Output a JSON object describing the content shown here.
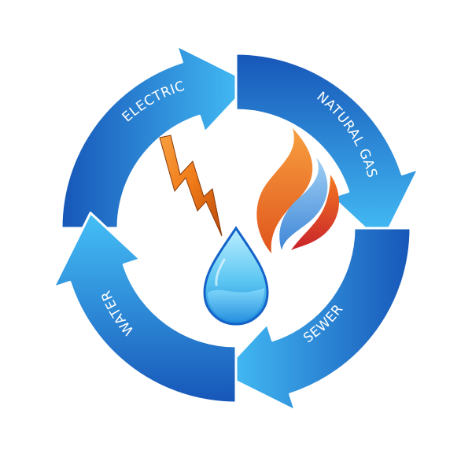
{
  "segments": [
    {
      "label": "ELECTRIC"
    },
    {
      "label": "NATURAL GAS"
    },
    {
      "label": "SEWER"
    },
    {
      "label": "WATER"
    }
  ],
  "icons": [
    "lightning-bolt-icon",
    "flame-icon",
    "water-drop-icon"
  ],
  "colors": {
    "arrow_dark": "#1756b8",
    "arrow_light": "#45c0f7",
    "bolt_orange": "#f07a18",
    "bolt_dark": "#b84a0c",
    "flame_orange": "#f57a22",
    "flame_red": "#c8222a",
    "flame_blue": "#5aa6e6",
    "drop_light": "#8ee0ff",
    "drop_dark": "#1463c8"
  }
}
